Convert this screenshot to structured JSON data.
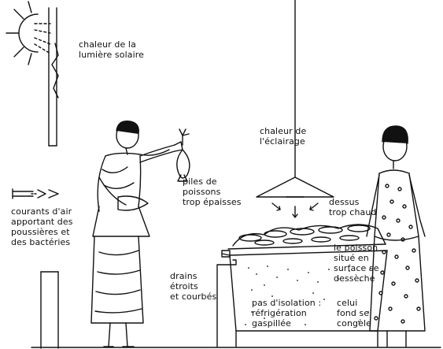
{
  "labels": {
    "sun_heat": "chaleur de la\nlumière solaire",
    "lamp_heat": "chaleur de\nl'éclairage",
    "fish_piles": "piles de\npoissons\ntrop épaisses",
    "top_too_hot": "dessus\ntrop chaud",
    "air_currents": "courants d'air\napportant des\npoussières et\ndes bactéries",
    "drains": "drains\nétroits\net courbés",
    "surface_fish": "le poisson\nsitué en\nsurface se\ndessèche",
    "no_insulation": "pas d'isolation :\nréfrigération\ngaspillée",
    "bottom_freezes": "celui\nfond se\ncongèle"
  }
}
